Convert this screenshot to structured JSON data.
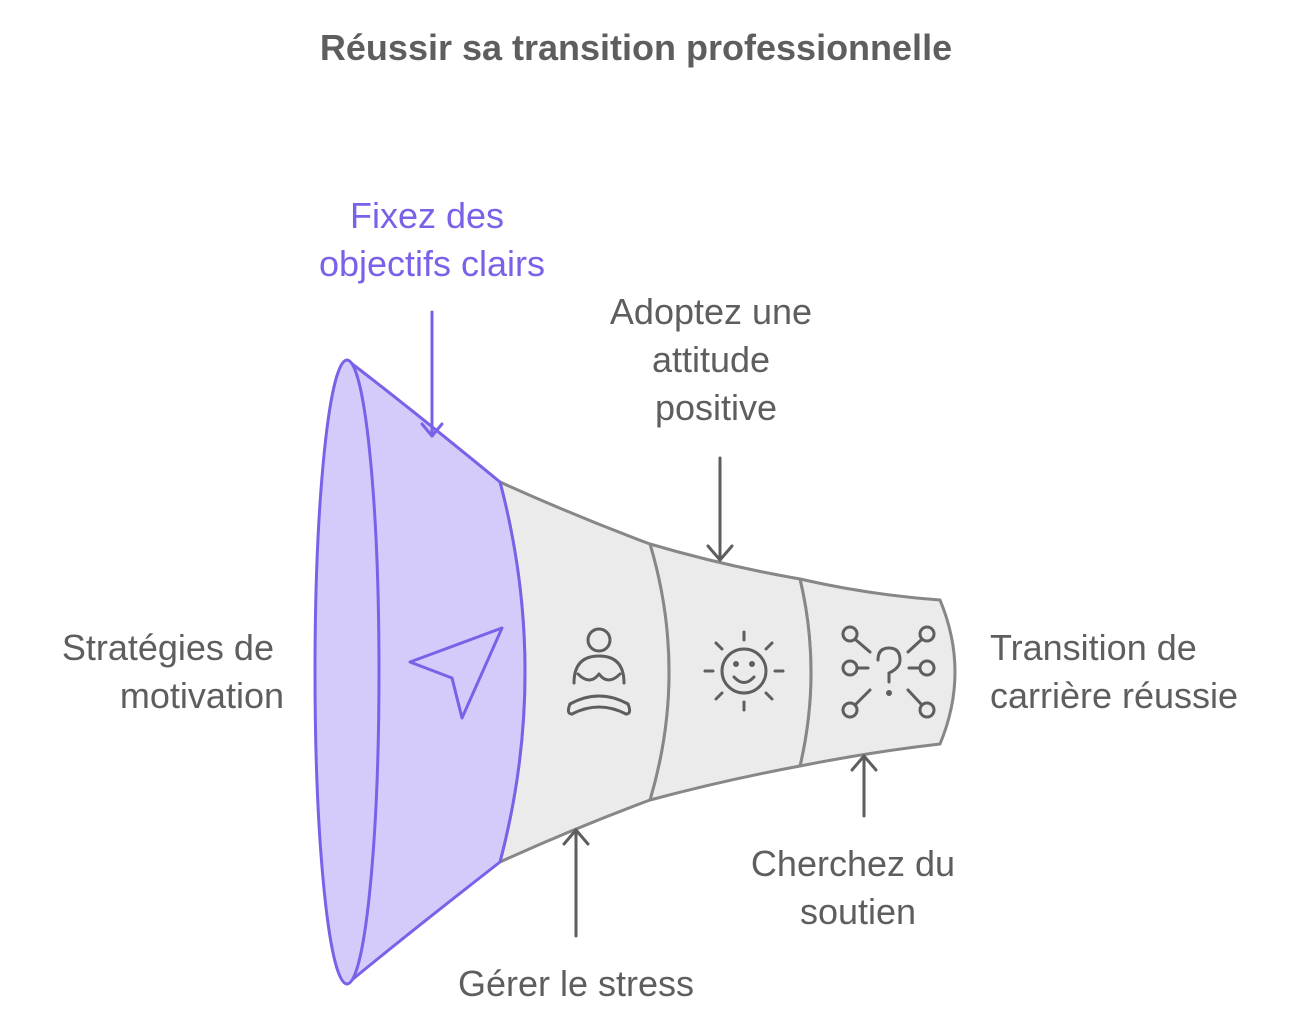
{
  "title": "Réussir sa transition professionnelle",
  "colors": {
    "accent": "#7b61e8",
    "accent_fill": "#d4cbfb",
    "segment_fill": "#ebebeb",
    "stroke": "#878787",
    "text": "#5e5e5e"
  },
  "labels": {
    "start": [
      "Stratégies de",
      "motivation"
    ],
    "end": [
      "Transition de",
      "carrière réussie"
    ]
  },
  "steps": [
    {
      "label": [
        "Fixez des",
        "objectifs clairs"
      ],
      "icon": "navigation-arrow-icon",
      "highlight": true
    },
    {
      "label": [
        "Gérer le stress"
      ],
      "icon": "meditation-person-icon",
      "highlight": false
    },
    {
      "label": [
        "Adoptez une",
        "attitude",
        "positive"
      ],
      "icon": "smiling-sun-icon",
      "highlight": false
    },
    {
      "label": [
        "Cherchez du",
        "soutien"
      ],
      "icon": "question-network-icon",
      "highlight": false
    }
  ]
}
